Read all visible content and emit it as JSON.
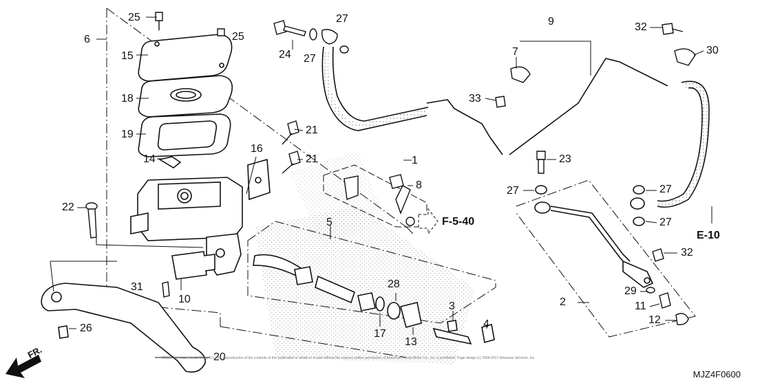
{
  "diagram": {
    "diagram_code": "MJZ4F0600",
    "copyright_text": "©2017 American Honda Motor Co., Inc. Reproduction of the contents of this publication in whole or in part without the express written permission of American Honda Motor Co., Inc. is prohibited. Page design (c) 2004-2017 Arkansas Services, Inc.",
    "front_label": "FR.",
    "references": [
      "F-5-40",
      "E-10"
    ],
    "callouts": [
      "1",
      "2",
      "3",
      "4",
      "5",
      "6",
      "7",
      "8",
      "9",
      "10",
      "11",
      "12",
      "13",
      "14",
      "15",
      "16",
      "17",
      "18",
      "19",
      "20",
      "21",
      "22",
      "23",
      "24",
      "25",
      "26",
      "27",
      "28",
      "29",
      "30",
      "31",
      "32",
      "33"
    ]
  }
}
